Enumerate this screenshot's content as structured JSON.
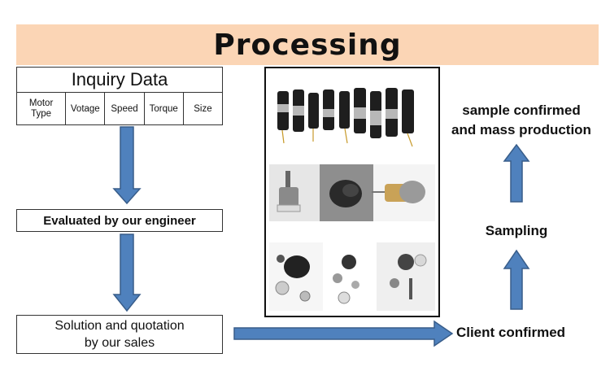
{
  "banner": {
    "title": "Processing"
  },
  "inquiry": {
    "title": "Inquiry Data",
    "columns": [
      "Motor Type",
      "Votage",
      "Speed",
      "Torque",
      "Size"
    ]
  },
  "steps": {
    "evaluated": "Evaluated by our engineer",
    "solution_line1": "Solution and quotation",
    "solution_line2": "by our sales",
    "client": "Client confirmed",
    "sampling": "Sampling",
    "mass_line1": "sample confirmed",
    "mass_line2": "and mass production"
  },
  "colors": {
    "banner": "#fbd5b5",
    "arrow_fill": "#4f81bd",
    "arrow_stroke": "#385d8a"
  }
}
